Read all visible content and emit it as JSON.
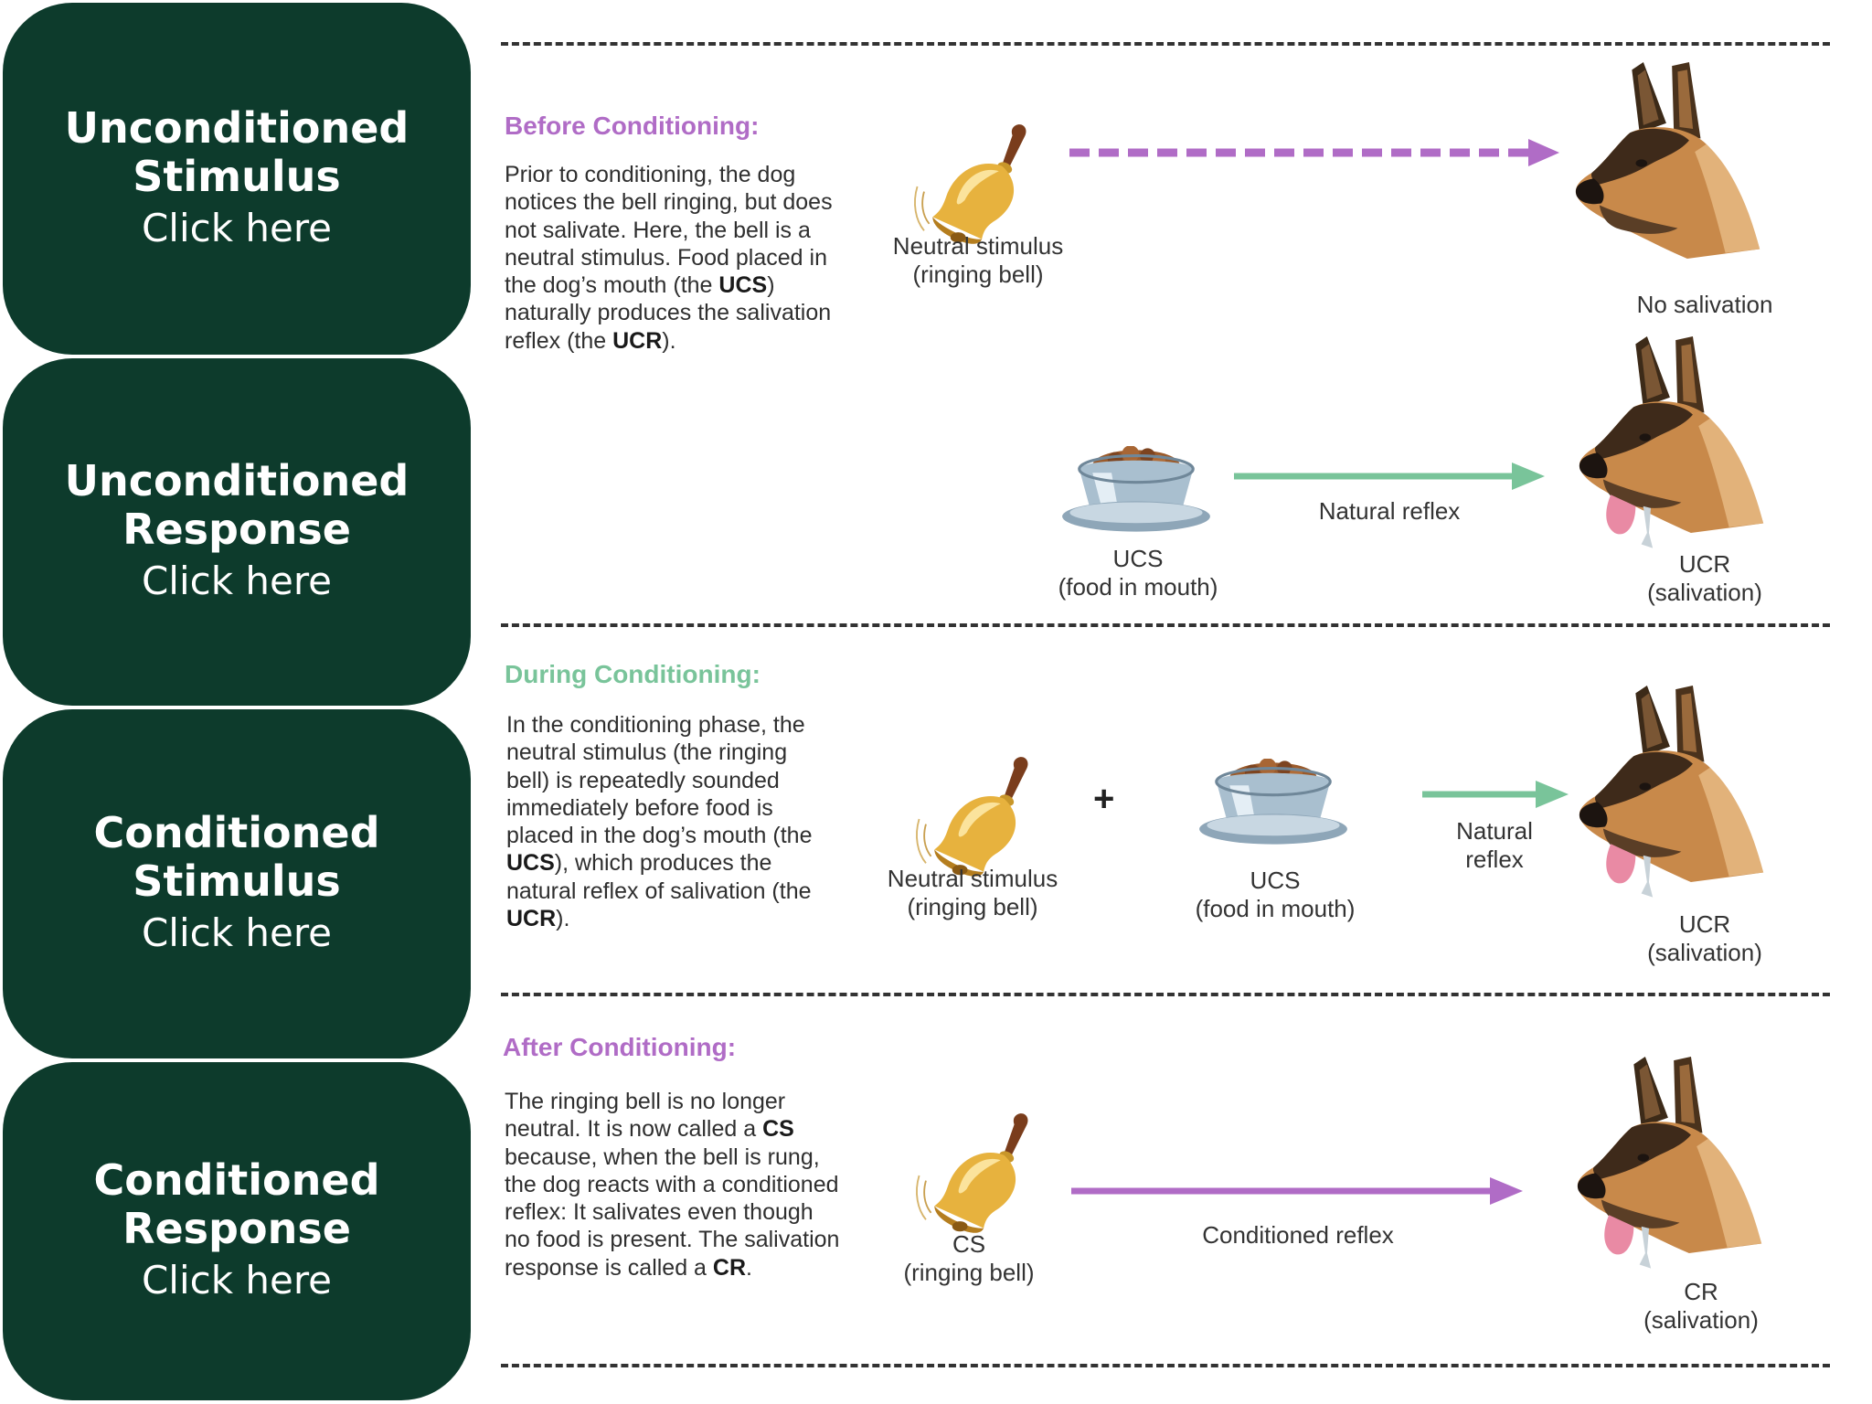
{
  "buttons": [
    {
      "title_1": "Unconditioned",
      "title_2": "Stimulus",
      "cta": "Click here"
    },
    {
      "title_1": "Unconditioned",
      "title_2": "Response",
      "cta": "Click here"
    },
    {
      "title_1": "Conditioned",
      "title_2": "Stimulus",
      "cta": "Click here"
    },
    {
      "title_1": "Conditioned",
      "title_2": "Response",
      "cta": "Click here"
    }
  ],
  "before": {
    "heading": "Before Conditioning:",
    "desc_1": "Prior to conditioning, the dog notices the bell ringing, but does not salivate. Here, the bell is a neutral stimulus. Food placed in the dog’s mouth (the ",
    "ucs": "UCS",
    "desc_2": ") naturally produces the salivation reflex (the ",
    "ucr": "UCR",
    "desc_3": ").",
    "bell_label_1": "Neutral stimulus",
    "bell_label_2": "(ringing bell)",
    "dog1_label": "No salivation",
    "food_label_1": "UCS",
    "food_label_2": "(food in mouth)",
    "arrow_label": "Natural reflex",
    "dog2_label_1": "UCR",
    "dog2_label_2": "(salivation)"
  },
  "during": {
    "heading": "During Conditioning:",
    "desc_1": "In the conditioning phase, the neutral stimulus (the ringing bell) is repeatedly sounded immediately before food is placed in the dog’s mouth (the ",
    "ucs": "UCS",
    "desc_2": "), which produces the natural reflex of salivation (the ",
    "ucr": "UCR",
    "desc_3": ").",
    "bell_label_1": "Neutral stimulus",
    "bell_label_2": "(ringing bell)",
    "plus": "+",
    "food_label_1": "UCS",
    "food_label_2": "(food in mouth)",
    "arrow_label_1": "Natural",
    "arrow_label_2": "reflex",
    "dog_label_1": "UCR",
    "dog_label_2": "(salivation)"
  },
  "after": {
    "heading": "After Conditioning:",
    "desc_1": "The ringing bell is no longer neutral. It is now called a ",
    "cs": "CS",
    "desc_2": " because, when the bell is rung, the dog reacts with a conditioned reflex: It salivates even though no food is present. The salivation response is called a ",
    "cr": "CR",
    "desc_3": ".",
    "bell_label_1": "CS",
    "bell_label_2": "(ringing bell)",
    "arrow_label": "Conditioned reflex",
    "dog_label_1": "CR",
    "dog_label_2": "(salivation)"
  },
  "colors": {
    "card": "#0d3b2c",
    "purple": "#b06cc6",
    "green": "#79c49a"
  }
}
